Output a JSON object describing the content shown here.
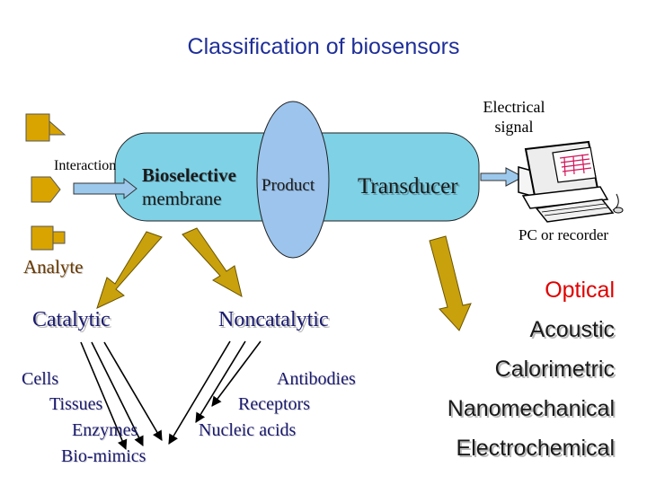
{
  "title": "Classification of biosensors",
  "labels": {
    "electrical_signal_line1": "Electrical",
    "electrical_signal_line2": "signal",
    "interaction": "Interaction",
    "bioselective_line1": "Bioselective",
    "bioselective_line2": "membrane",
    "product": "Product",
    "transducer": "Transducer",
    "pc_recorder": "PC or recorder",
    "analyte": "Analyte"
  },
  "categories": {
    "catalytic": {
      "heading": "Catalytic",
      "items": [
        "Cells",
        "Tissues",
        "Enzymes",
        "Bio-mimics"
      ]
    },
    "noncatalytic": {
      "heading": "Noncatalytic",
      "items": [
        "Antibodies",
        "Receptors",
        "Nucleic acids"
      ]
    }
  },
  "transducer_types": [
    "Optical",
    "Acoustic",
    "Calorimetric",
    "Nanomechanical",
    "Electrochemical"
  ],
  "colors": {
    "title": "#1f2f99",
    "analyte_shape": "#d9a400",
    "membrane_fill": "#7fd1e6",
    "ellipse_fill": "#9cc4ec",
    "big_arrow": "#c9a10c",
    "interaction_arrow": "#9cc8ec",
    "optical": "#e00000",
    "category_text": "#1a1a70",
    "item_text": "#1a1a70"
  }
}
